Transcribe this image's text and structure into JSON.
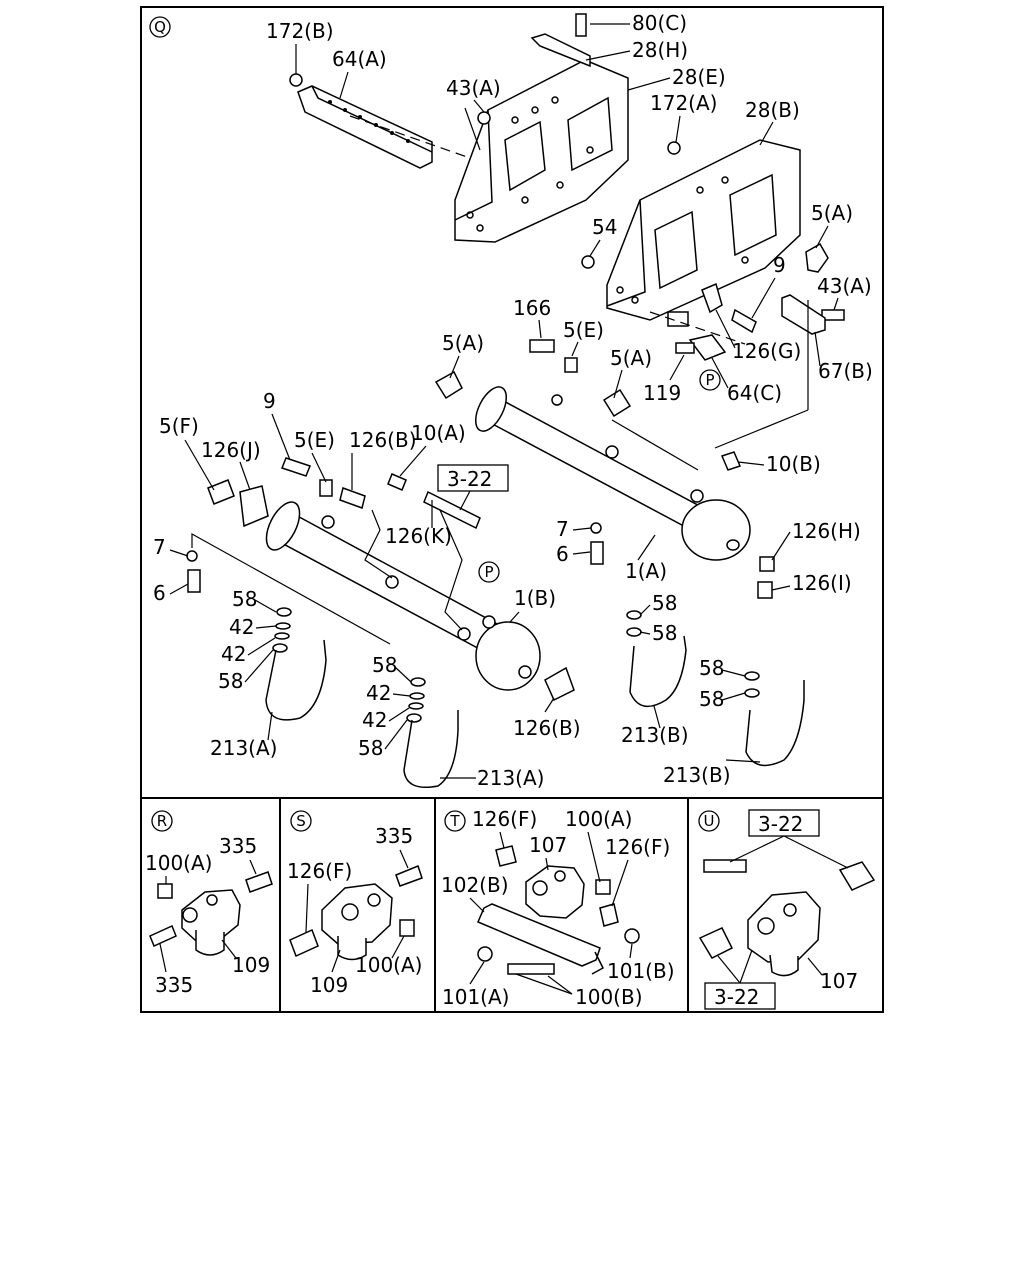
{
  "sections": {
    "Q": "Q",
    "R": "R",
    "S": "S",
    "T": "T",
    "U": "U",
    "P": "P"
  },
  "refs": {
    "ref_3_22": "3-22"
  },
  "labels": {
    "q": {
      "l_172B": "172(B)",
      "l_64A": "64(A)",
      "l_43A_top": "43(A)",
      "l_80C": "80(C)",
      "l_28H": "28(H)",
      "l_28E": "28(E)",
      "l_172A": "172(A)",
      "l_28B": "28(B)",
      "l_54": "54",
      "l_5A_right": "5(A)",
      "l_43A_right": "43(A)",
      "l_9_right": "9",
      "l_166": "166",
      "l_5E_top": "5(E)",
      "l_5A_left": "5(A)",
      "l_5A_mid": "5(A)",
      "l_126G": "126(G)",
      "l_67B": "67(B)",
      "l_119": "119",
      "l_64C": "64(C)",
      "l_9_left": "9",
      "l_5F": "5(F)",
      "l_126J": "126(J)",
      "l_5E_left": "5(E)",
      "l_126B_top": "126(B)",
      "l_10A": "10(A)",
      "l_10B": "10(B)",
      "l_126H": "126(H)",
      "l_126I": "126(I)",
      "l_126K": "126(K)",
      "l_7_mid": "7",
      "l_6_mid": "6",
      "l_1A": "1(A)",
      "l_7_left": "7",
      "l_6_left": "6",
      "l_1B": "1(B)",
      "l_58_a": "58",
      "l_42_a": "42",
      "l_42_b": "42",
      "l_58_b": "58",
      "l_58_c": "58",
      "l_42_c": "42",
      "l_42_d": "42",
      "l_58_d": "58",
      "l_126B_bottom": "126(B)",
      "l_58_e": "58",
      "l_58_f": "58",
      "l_58_g": "58",
      "l_58_h": "58",
      "l_213A_left": "213(A)",
      "l_213A_right": "213(A)",
      "l_213B_left": "213(B)",
      "l_213B_right": "213(B)"
    },
    "r": {
      "l_100A": "100(A)",
      "l_335_top": "335",
      "l_335_bottom": "335",
      "l_109": "109"
    },
    "s": {
      "l_335": "335",
      "l_126F": "126(F)",
      "l_109": "109",
      "l_100A": "100(A)"
    },
    "t": {
      "l_126F_left": "126(F)",
      "l_100A": "100(A)",
      "l_107": "107",
      "l_126F_right": "126(F)",
      "l_102B": "102(B)",
      "l_101B": "101(B)",
      "l_101A": "101(A)",
      "l_100B": "100(B)"
    },
    "u": {
      "l_107": "107"
    }
  }
}
